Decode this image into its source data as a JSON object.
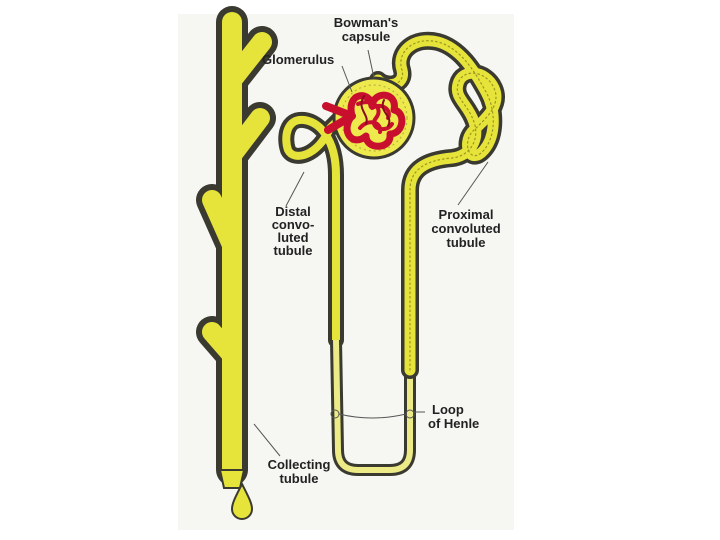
{
  "labels": {
    "bowmans_capsule": [
      "Bowman's",
      "capsule"
    ],
    "glomerulus": "Glomerulus",
    "distal": [
      "Distal",
      "convo-",
      "luted",
      "tubule"
    ],
    "proximal": [
      "Proximal",
      "convoluted",
      "tubule"
    ],
    "loop": [
      "Loop",
      "of Henle"
    ],
    "collecting": [
      "Collecting",
      "tubule"
    ]
  },
  "colors": {
    "tubule_fill": "#e6e33a",
    "tubule_light": "#eceb88",
    "tubule_outline": "#3b3a30",
    "glomerulus": "#c8102e",
    "capsule": "#eeea4e",
    "panel": "#f6f6f3",
    "label_text": "#222222"
  }
}
